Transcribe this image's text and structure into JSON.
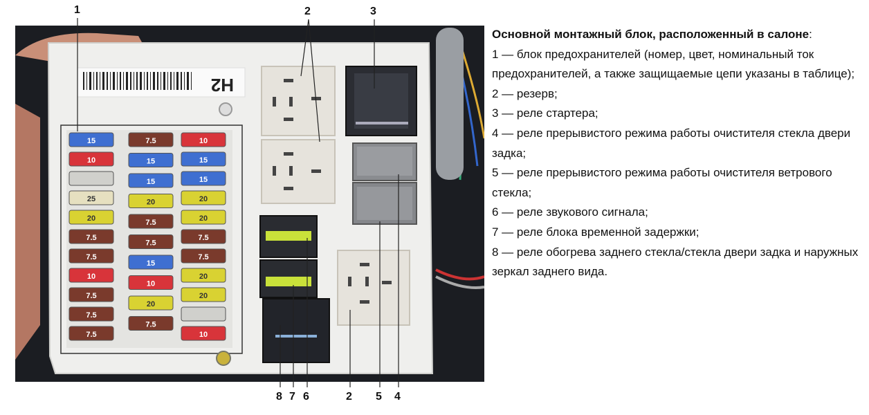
{
  "callouts": {
    "n1": "1",
    "n2": "2",
    "n3": "3",
    "b8": "8",
    "b7": "7",
    "b6": "6",
    "b2": "2",
    "b5": "5",
    "b4": "4"
  },
  "fuses": {
    "left": [
      "15",
      "10",
      "",
      "25",
      "20",
      "7.5",
      "7.5",
      "10",
      "7.5",
      "7.5",
      "7.5"
    ],
    "mid": [
      "7.5",
      "15",
      "15",
      "20",
      "7.5",
      "7.5",
      "15",
      "10",
      "20",
      "7.5"
    ],
    "right": [
      "10",
      "15",
      "15",
      "20",
      "20",
      "7.5",
      "7.5",
      "20",
      "20",
      "",
      "10"
    ]
  },
  "box_label": "H2",
  "legend": {
    "title": "Основной монтажный блок, расположенный в салоне",
    "items": [
      "1 — блок предохранителей (номер, цвет, номинальный ток предохранителей, а также защищаемые цепи указаны в таблице);",
      "2 — резерв;",
      "3 — реле стартера;",
      "4 — реле прерывистого режима работы очистителя стекла двери задка;",
      "5 — реле прерывистого режима работы очистителя ветрового стекла;",
      "6 — реле звукового сигнала;",
      "7 — реле блока временной задержки;",
      "8 — реле обогрева заднего стекла/стекла двери задка и наружных зеркал заднего вида."
    ]
  }
}
